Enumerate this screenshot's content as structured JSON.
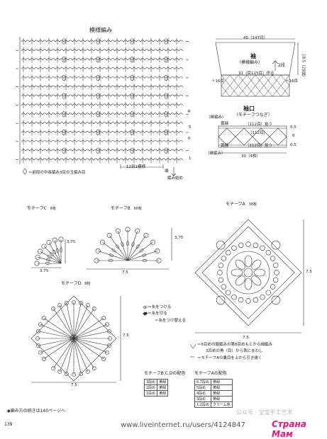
{
  "pattern": {
    "title": "模様編み",
    "rows_label": "12目1模様",
    "start_label": "編み始め",
    "end_label": "端",
    "legend_note": "＝前段の中長編み3目の玉編み目",
    "row_numbers": [
      "⑩",
      "5",
      "⑤",
      "1"
    ]
  },
  "sleeve": {
    "title": "袖",
    "subtitle": "（模様編み）",
    "top_width": "40（147目）",
    "bottom_width": "31（目115目）作る",
    "height": "18.5（25段）",
    "rows": "2段",
    "plus_left": "＋16目",
    "plus_right": "＋16目"
  },
  "cuff": {
    "title": "袖口",
    "subtitle": "（モチーフつなぎ）",
    "top_label": "（112目）拾う",
    "mid_label": "（112目）",
    "bottom_label": "（112目）拾う",
    "width": "30（4枚）",
    "knit_top": "（縁編み）",
    "knit_bottom": "（縁編み）",
    "dim_top": "0.5",
    "dim_mid": "6",
    "dim_bottom": "0.5",
    "color_labels": [
      "黄緑",
      "黄緑"
    ]
  },
  "motifs": {
    "c": {
      "title": "モチーフC",
      "count": "8枚",
      "w": "3.75",
      "h": "3.75"
    },
    "b": {
      "title": "モチーフB",
      "count": "60枚",
      "w": "7.5",
      "h": "3.75"
    },
    "a": {
      "title": "モチーフA",
      "count": "38枚",
      "w": "7.5",
      "h": "7.5"
    },
    "d": {
      "title": "モチーフD",
      "count": "8枚",
      "w": "7.5",
      "h": "7.5"
    }
  },
  "symbol_legend": {
    "line1": "◇＝糸をつける",
    "line2": "◆＝糸を切る",
    "line3": "＝糸をつけ替える"
  },
  "join_note": {
    "line1": "＝6目めの鎖編みの第6目めもとから細編み",
    "line2": "3目めの角（目）から表にまわし",
    "line3": "＝モチーフAの裏目を上から引き抜く"
  },
  "table_bcd": {
    "title": "モチーフB.C.Dの配色",
    "rows": [
      [
        "3段め",
        "黄緑"
      ],
      [
        "2段め",
        "黄緑"
      ],
      [
        "1段め",
        "黄緑"
      ]
    ]
  },
  "table_a": {
    "title": "モチーフAの配色",
    "rows": [
      [
        "6.7段め",
        "黄緑"
      ],
      [
        "5段め",
        "黄緑"
      ],
      [
        "4段め",
        "黄緑"
      ],
      [
        "3段め",
        "黄緑"
      ],
      [
        "1.2段め",
        "クリーム色"
      ]
    ]
  },
  "footer": {
    "continue_note": "◆編み方の続きは140ページへ",
    "page_number": "139"
  },
  "watermark": {
    "site": "www.liveinternet.ru/users/4124847",
    "brand": "Страна Мам",
    "channel": "公众号 · 宝宝手工艺术"
  }
}
